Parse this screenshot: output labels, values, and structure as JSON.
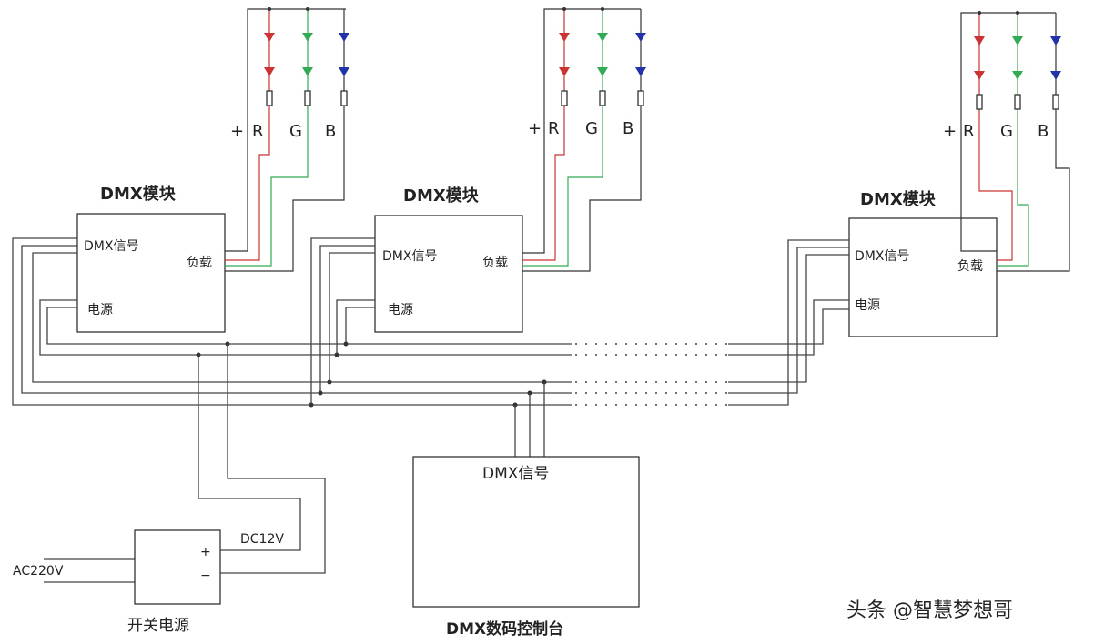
{
  "modules": [
    {
      "title": "DMX模块",
      "signal": "DMX信号",
      "power": "电源",
      "load": "负载",
      "plus": "+",
      "r": "R",
      "g": "G",
      "b": "B"
    },
    {
      "title": "DMX模块",
      "signal": "DMX信号",
      "power": "电源",
      "load": "负载",
      "plus": "+",
      "r": "R",
      "g": "G",
      "b": "B"
    },
    {
      "title": "DMX模块",
      "signal": "DMX信号",
      "power": "电源",
      "load": "负载",
      "plus": "+",
      "r": "R",
      "g": "G",
      "b": "B"
    }
  ],
  "psu": {
    "title": "开关电源",
    "input": "AC220V",
    "output": "DC12V",
    "plus": "+",
    "minus": "−"
  },
  "controller": {
    "title": "DMX数码控制台",
    "signal": "DMX信号"
  },
  "watermark": "头条 @智慧梦想哥",
  "colors": {
    "red": "#cc3333",
    "green": "#33aa55",
    "blue": "#2233aa",
    "wire": "#444444"
  }
}
